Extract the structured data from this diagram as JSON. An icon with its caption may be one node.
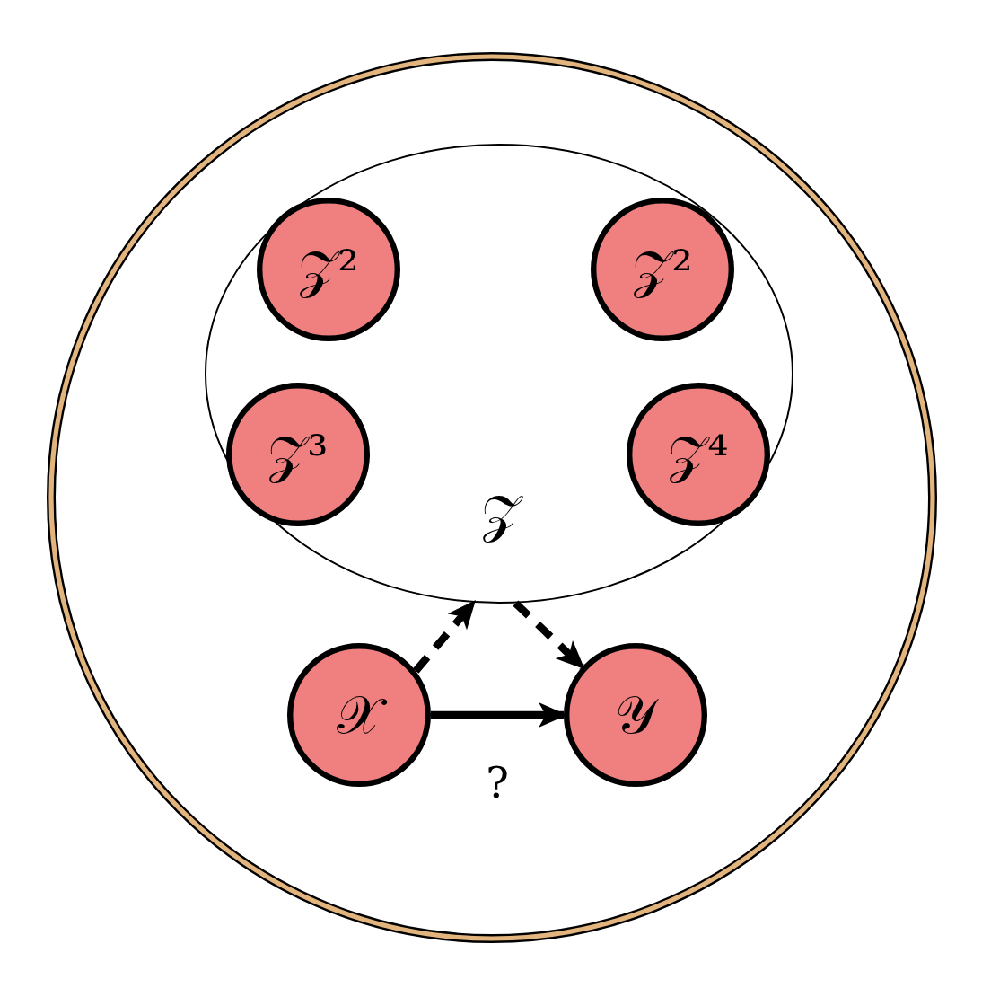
{
  "diagram": {
    "nodes": [
      {
        "text": [],
        "shape": "circle"
      },
      {
        "text": [
          "𝒵"
        ],
        "in": 0
      },
      {
        "text": [
          "𝒵²"
        ],
        "in": 1
      },
      {
        "text": [
          "𝒵²"
        ],
        "in": 1
      },
      {
        "text": [
          "𝒵³"
        ],
        "in": 1
      },
      {
        "text": [
          "𝒵⁴"
        ],
        "in": 1
      },
      {
        "text": [
          "𝒳"
        ],
        "in": 0
      },
      {
        "text": [
          "𝒴"
        ],
        "in": 0
      }
    ],
    "edges": [
      {
        "from": 6,
        "to": 7,
        "arrow": "to",
        "label": "?"
      },
      {
        "from": 6,
        "to": 1,
        "arrow": "to",
        "style": "dashed"
      },
      {
        "from": 1,
        "to": 7,
        "arrow": "to",
        "style": "dashed"
      }
    ]
  }
}
